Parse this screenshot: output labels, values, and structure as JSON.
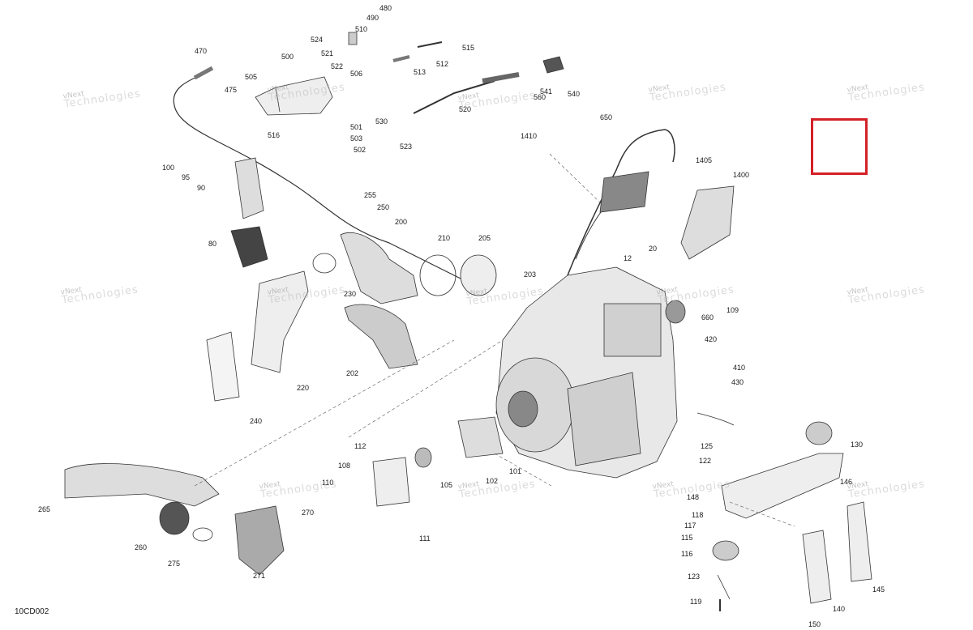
{
  "diagram": {
    "code": "10CD002",
    "highlight_color": "#d42027",
    "watermark": {
      "line1": "vNext",
      "line2": "Technologies",
      "brand": "Technologies"
    },
    "callouts": [
      "470",
      "505",
      "500",
      "475",
      "524",
      "521",
      "522",
      "506",
      "510",
      "490",
      "480",
      "512",
      "513",
      "515",
      "516",
      "501",
      "503",
      "502",
      "530",
      "520",
      "523",
      "560",
      "541",
      "540",
      "650",
      "1410",
      "1405",
      "1400",
      "100",
      "95",
      "90",
      "255",
      "250",
      "200",
      "80",
      "210",
      "205",
      "20",
      "12",
      "203",
      "230",
      "220",
      "202",
      "109",
      "660",
      "420",
      "410",
      "430",
      "240",
      "265",
      "260",
      "275",
      "271",
      "270",
      "112",
      "108",
      "110",
      "111",
      "105",
      "102",
      "101",
      "125",
      "122",
      "148",
      "146",
      "130",
      "118",
      "117",
      "115",
      "116",
      "123",
      "119",
      "140",
      "145",
      "150"
    ]
  }
}
